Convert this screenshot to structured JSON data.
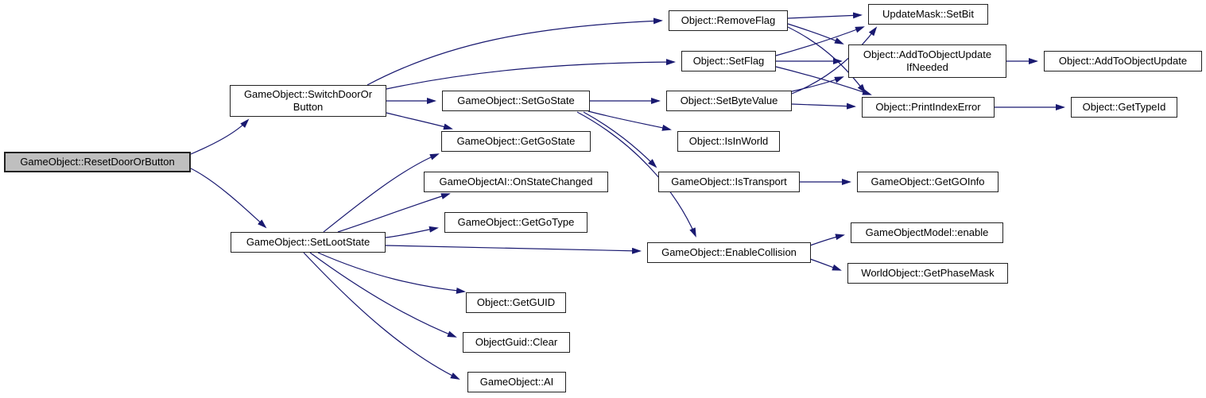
{
  "diagram": {
    "type": "doxygen-call-graph",
    "root_function": "GameObject::ResetDoorOrButton",
    "colors": {
      "edge": "#191970",
      "node_border": "#222222",
      "node_fill": "#ffffff",
      "root_node_fill": "#bfbfbf",
      "background": "#ffffff"
    }
  },
  "nodes": {
    "reset": {
      "label": "GameObject::ResetDoorOrButton"
    },
    "switch_door": {
      "label": "GameObject::SwitchDoorOr Button"
    },
    "set_loot_state": {
      "label": "GameObject::SetLootState"
    },
    "set_go_state": {
      "label": "GameObject::SetGoState"
    },
    "get_go_state": {
      "label": "GameObject::GetGoState"
    },
    "on_state_changed": {
      "label": "GameObjectAI::OnStateChanged"
    },
    "get_go_type": {
      "label": "GameObject::GetGoType"
    },
    "get_guid": {
      "label": "Object::GetGUID"
    },
    "guid_clear": {
      "label": "ObjectGuid::Clear"
    },
    "game_object_ai": {
      "label": "GameObject::AI"
    },
    "remove_flag": {
      "label": "Object::RemoveFlag"
    },
    "set_flag": {
      "label": "Object::SetFlag"
    },
    "set_byte_value": {
      "label": "Object::SetByteValue"
    },
    "is_in_world": {
      "label": "Object::IsInWorld"
    },
    "is_transport": {
      "label": "GameObject::IsTransport"
    },
    "enable_collision": {
      "label": "GameObject::EnableCollision"
    },
    "set_bit": {
      "label": "UpdateMask::SetBit"
    },
    "add_update_if_needed": {
      "label": "Object::AddToObjectUpdate IfNeeded"
    },
    "print_index_error": {
      "label": "Object::PrintIndexError"
    },
    "get_go_info": {
      "label": "GameObject::GetGOInfo"
    },
    "model_enable": {
      "label": "GameObjectModel::enable"
    },
    "get_phase_mask": {
      "label": "WorldObject::GetPhaseMask"
    },
    "add_to_object_update": {
      "label": "Object::AddToObjectUpdate"
    },
    "get_type_id": {
      "label": "Object::GetTypeId"
    }
  },
  "edges": [
    {
      "from": "reset",
      "to": "switch_door"
    },
    {
      "from": "reset",
      "to": "set_loot_state"
    },
    {
      "from": "switch_door",
      "to": "remove_flag"
    },
    {
      "from": "switch_door",
      "to": "set_flag"
    },
    {
      "from": "switch_door",
      "to": "set_go_state"
    },
    {
      "from": "switch_door",
      "to": "get_go_state"
    },
    {
      "from": "set_loot_state",
      "to": "get_go_state"
    },
    {
      "from": "set_loot_state",
      "to": "on_state_changed"
    },
    {
      "from": "set_loot_state",
      "to": "get_go_type"
    },
    {
      "from": "set_loot_state",
      "to": "enable_collision"
    },
    {
      "from": "set_loot_state",
      "to": "get_guid"
    },
    {
      "from": "set_loot_state",
      "to": "guid_clear"
    },
    {
      "from": "set_loot_state",
      "to": "game_object_ai"
    },
    {
      "from": "set_go_state",
      "to": "set_byte_value"
    },
    {
      "from": "set_go_state",
      "to": "is_in_world"
    },
    {
      "from": "set_go_state",
      "to": "is_transport"
    },
    {
      "from": "set_go_state",
      "to": "enable_collision"
    },
    {
      "from": "remove_flag",
      "to": "set_bit"
    },
    {
      "from": "remove_flag",
      "to": "add_update_if_needed"
    },
    {
      "from": "remove_flag",
      "to": "print_index_error"
    },
    {
      "from": "set_flag",
      "to": "set_bit"
    },
    {
      "from": "set_flag",
      "to": "add_update_if_needed"
    },
    {
      "from": "set_flag",
      "to": "print_index_error"
    },
    {
      "from": "set_byte_value",
      "to": "set_bit"
    },
    {
      "from": "set_byte_value",
      "to": "add_update_if_needed"
    },
    {
      "from": "set_byte_value",
      "to": "print_index_error"
    },
    {
      "from": "add_update_if_needed",
      "to": "add_to_object_update"
    },
    {
      "from": "print_index_error",
      "to": "get_type_id"
    },
    {
      "from": "is_transport",
      "to": "get_go_info"
    },
    {
      "from": "enable_collision",
      "to": "model_enable"
    },
    {
      "from": "enable_collision",
      "to": "get_phase_mask"
    }
  ]
}
